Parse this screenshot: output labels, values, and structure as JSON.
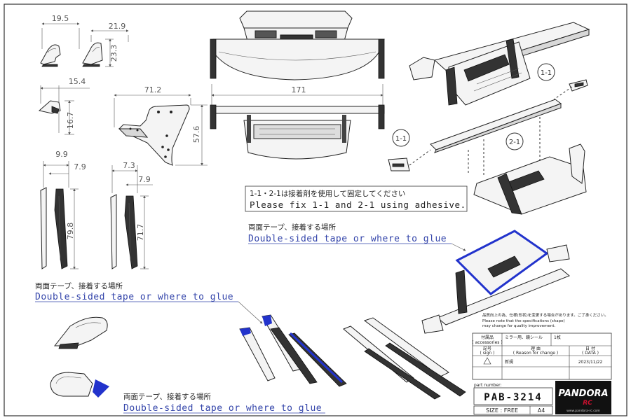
{
  "dimensions": {
    "d195": "19.5",
    "d219": "21.9",
    "d233": "23.3",
    "d154": "15.4",
    "d167": "16.7",
    "d712": "71.2",
    "d171": "171",
    "d576": "57.6",
    "d99": "9.9",
    "d79a": "7.9",
    "d798": "79.8",
    "d73": "7.3",
    "d79b": "7.9",
    "d717": "71.7"
  },
  "labels": {
    "l11_left": "1-1",
    "l11_right": "1-1",
    "l21": "2-1"
  },
  "notes": {
    "fix_jp": "1-1・2-1は接着剤を使用して固定してください",
    "fix_en": "Please fix 1-1 and 2-1 using adhesive.",
    "tape_jp_1": "両面テープ、接着する場所",
    "tape_en_1": "Double-sided tape or where to glue",
    "tape_jp_2": "両面テープ、接着する場所",
    "tape_en_2": "Double-sided tape or where to glue",
    "tape_jp_3": "両面テープ、接着する場所",
    "tape_en_3": "Double-sided tape or where to glue"
  },
  "title_block": {
    "notice_jp": "品質向上の為、仕様(形状)を変更する場合があります。ご了承ください。",
    "notice_en1": "Please note that the specifications (shape)",
    "notice_en2": "may change for quality improvement.",
    "accessories_jp": "付属品",
    "accessories_en": "( accessories )",
    "accessories_val": "ミラー用、鏡シール",
    "accessories_qty": "1枚",
    "sign_jp": "記号",
    "sign_en": "( sign )",
    "reason_jp": "理 由",
    "reason_en": "( Reason for change )",
    "date_jp": "日 付",
    "date_en": "( DATA )",
    "row_val": "新規",
    "row_date": "2023/11/22",
    "part_number_label": "part number:",
    "part_number": "PAB-3214",
    "size_label": "SIZE : FREE",
    "paper": "A4",
    "logo": "PANDORA",
    "logo_sub": "RC",
    "url": "www.pandora-rc.com"
  }
}
